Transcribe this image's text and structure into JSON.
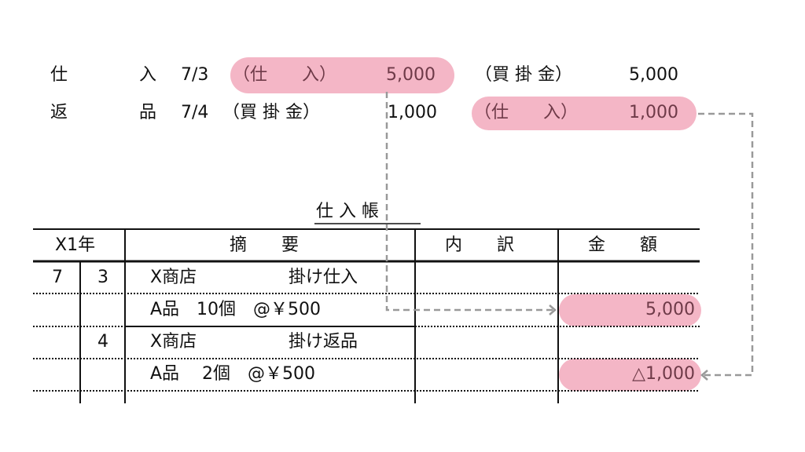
{
  "journal": [
    {
      "label_1": "仕",
      "label_2": "入",
      "date": "7/3",
      "debit_account": "（仕　　入）",
      "debit_amount": "5,000",
      "credit_account": "（買 掛 金）",
      "credit_amount": "5,000",
      "highlight": "debit"
    },
    {
      "label_1": "返",
      "label_2": "品",
      "date": "7/4",
      "debit_account": "（買 掛 金）",
      "debit_amount": "1,000",
      "credit_account": "（仕　　入）",
      "credit_amount": "1,000",
      "highlight": "credit"
    }
  ],
  "ledger": {
    "title": "仕 入 帳",
    "headers": {
      "year": "X1年",
      "description": "摘　　要",
      "detail": "内　　訳",
      "amount": "金　　額"
    },
    "rows": [
      {
        "month": "7",
        "day": "3",
        "left": "X商店",
        "right": "掛け仕入",
        "amount": ""
      },
      {
        "month": "",
        "day": "",
        "left": "A品　10個　@￥500",
        "right": "",
        "amount": "5,000"
      },
      {
        "month": "",
        "day": "4",
        "left": "X商店",
        "right": "掛け返品",
        "amount": ""
      },
      {
        "month": "",
        "day": "",
        "left": "A品　 2個　@￥500",
        "right": "",
        "amount": "△1,000"
      }
    ]
  },
  "colors": {
    "highlight": "#f4b6c6",
    "arrow": "#999999",
    "line": "#111111"
  }
}
